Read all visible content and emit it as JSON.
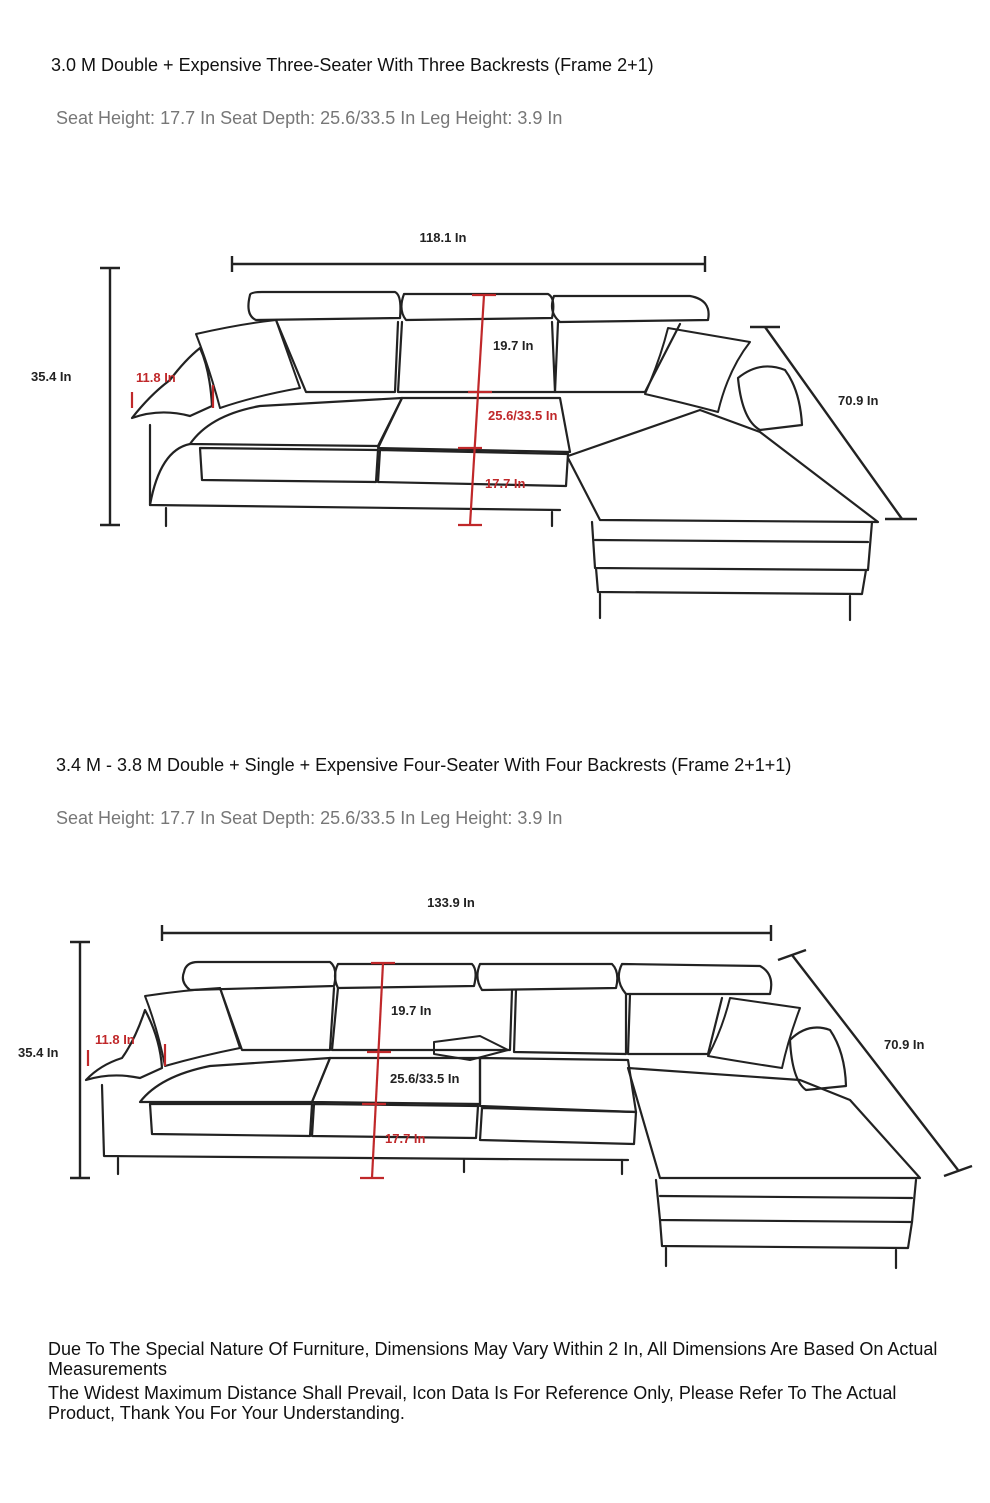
{
  "sections": [
    {
      "title": "3.0 M Double + Expensive Three-Seater With Three Backrests (Frame 2+1)",
      "specs": "Seat Height: 17.7 In Seat Depth: 25.6/33.5 In Leg Height: 3.9 In",
      "dims": {
        "width": "118.1 In",
        "height": "35.4 In",
        "depth": "70.9 In",
        "back": "19.7 In",
        "seat_depth": "25.6/33.5 In",
        "seat_height": "17.7 In",
        "arm": "11.8 In"
      }
    },
    {
      "title": "3.4 M - 3.8 M Double + Single + Expensive Four-Seater With Four Backrests (Frame 2+1+1)",
      "specs": "Seat Height: 17.7 In Seat Depth: 25.6/33.5 In Leg Height: 3.9 In",
      "dims": {
        "width": "133.9 In",
        "height": "35.4 In",
        "depth": "70.9 In",
        "back": "19.7 In",
        "seat_depth": "25.6/33.5 In",
        "seat_height": "17.7 In",
        "arm": "11.8 In"
      }
    }
  ],
  "notes": [
    "Due To The Special Nature Of Furniture, Dimensions May Vary Within 2 In, All Dimensions Are Based On Actual Measurements",
    "The Widest Maximum Distance Shall Prevail, Icon Data Is For Reference Only, Please Refer To The Actual Product, Thank You For Your Understanding."
  ],
  "colors": {
    "measure_red": "#c0282a",
    "line": "#222222",
    "specs_gray": "#777777"
  }
}
